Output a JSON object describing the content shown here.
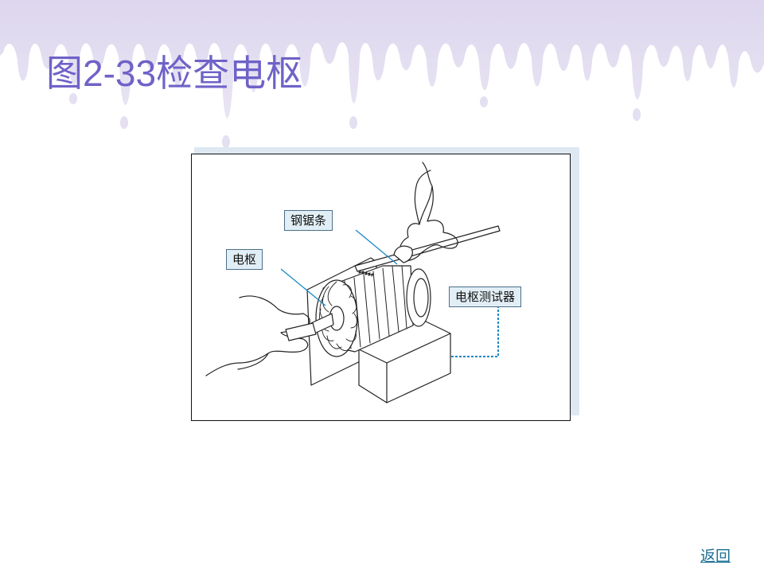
{
  "slide": {
    "title": "图2-33检查电枢"
  },
  "figure": {
    "labels": {
      "saw_blade": "钢锯条",
      "armature": "电枢",
      "tester": "电枢测试器"
    }
  },
  "nav": {
    "back_label": "返回"
  },
  "colors": {
    "title": "#6f62c8",
    "drip": "#d9d3ea",
    "callout_bg": "#e2eef6",
    "leader_line": "#1a8ac4",
    "link": "#1b6f94"
  }
}
